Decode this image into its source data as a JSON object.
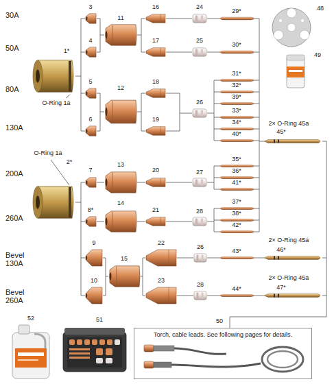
{
  "diagram": {
    "nodes": [
      {
        "text": [
          "Torch, cable leads. See following pages for details."
        ]
      }
    ],
    "labels": [
      "30A",
      "50A",
      "80A",
      "130A",
      "200A",
      "260A",
      "Bevel 130A",
      "Bevel 260A",
      "1*",
      "O-Ring 1a",
      "O-Ring 1a",
      "2*",
      "3",
      "4",
      "5",
      "6",
      "7",
      "8*",
      "9",
      "10",
      "11",
      "12",
      "13",
      "14",
      "15",
      "16",
      "17",
      "18",
      "19",
      "20",
      "21",
      "22",
      "23",
      "24",
      "25",
      "26",
      "27",
      "28",
      "26",
      "28",
      "29*",
      "30*",
      "31*",
      "32*",
      "39*",
      "33*",
      "34*",
      "40*",
      "35*",
      "36*",
      "41*",
      "37*",
      "38*",
      "42*",
      "43*",
      "44*",
      "48",
      "49",
      "2× O-Ring 45a",
      "45*",
      "2× O-Ring 45a",
      "46*",
      "2× O-Ring 45a",
      "47*",
      "52",
      "51",
      "50"
    ]
  }
}
